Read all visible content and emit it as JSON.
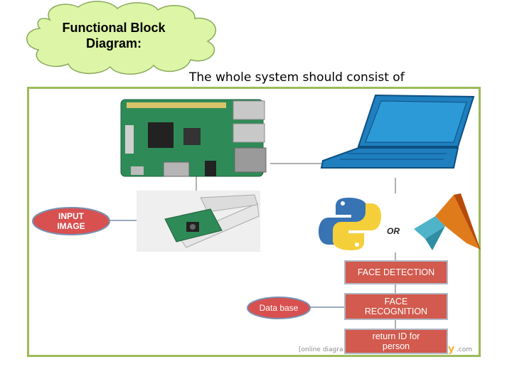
{
  "title": {
    "line1": "Functional Block",
    "line2": "Diagram:"
  },
  "subtitle": "The whole system should consist of",
  "inputs": {
    "input_image": {
      "line1": "INPUT",
      "line2": "IMAGE"
    },
    "database": "Data base"
  },
  "or_label": "OR",
  "pipeline": [
    {
      "line1": "FACE DETECTION",
      "line2": ""
    },
    {
      "line1": "FACE",
      "line2": "RECOGNITION"
    },
    {
      "line1": "return ID for",
      "line2": "person"
    }
  ],
  "watermark": {
    "left": "[online diagra",
    "y": "y",
    "right": ".com"
  },
  "colors": {
    "cloud": "#dcf5a6",
    "frame": "#9bbb59",
    "pill": "#d85050",
    "box": "#d25a4e",
    "laptop": "#1f7fbf",
    "board": "#2e8b57"
  }
}
